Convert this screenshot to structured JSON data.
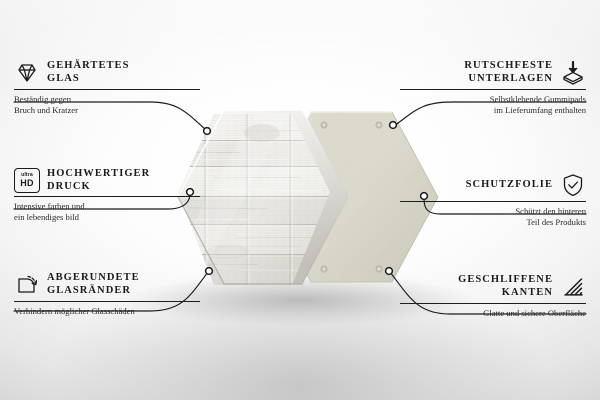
{
  "product": {
    "front_panel_label": "hexagonal glass board with whitewashed wood texture",
    "back_panel_label": "hexagonal glass board rear side",
    "back_panel_color": "#d7d6c7",
    "wood_tone_light": "#f3f2ef",
    "wood_tone_mid": "#cfcdc8",
    "wood_tone_dark": "#9a968f"
  },
  "accent_color": "#1b1b1b",
  "features": {
    "tempered_glass": {
      "title": "GEHÄRTETES\nGLAS",
      "desc": "Beständig gegen\nBruch und Kratzer",
      "icon": "diamond-icon"
    },
    "hd_print": {
      "title": "HOCHWERTIGER\nDRUCK",
      "desc": "Intensive farben und\nein lebendiges bild",
      "icon": "ultra-hd-badge-icon",
      "badge_top": "ultra",
      "badge_bottom": "HD"
    },
    "rounded_edges": {
      "title": "ABGERUNDETE\nGLASRÄNDER",
      "desc": "Verhindern möglicher Glasschäden",
      "icon": "rounded-corner-icon"
    },
    "anti_slip": {
      "title": "RUTSCHFESTE\nUNTERLAGEN",
      "desc": "Selbstklebende Gummipads\nim Lieferumfang enthalten",
      "icon": "press-down-pad-icon"
    },
    "protective_film": {
      "title": "SCHUTZFOLIE",
      "desc": "Schützt den hinteren\nTeil des Produkts",
      "icon": "shield-check-icon"
    },
    "ground_edges": {
      "title": "GESCHLIFFENE\nKANTEN",
      "desc": "Glatte und sichere Oberfläche",
      "icon": "bevel-hatch-icon"
    }
  }
}
